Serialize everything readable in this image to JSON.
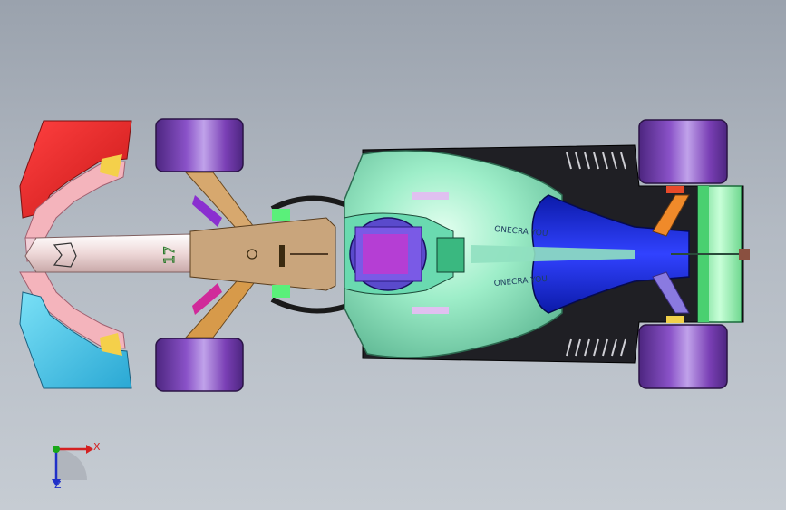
{
  "viewport": {
    "background_top": "#9aa2ad",
    "background_bottom": "#c6ccd3"
  },
  "model": {
    "car_number": "17",
    "sidepod_text_upper": "ONECRA YOU",
    "sidepod_text_lower": "ONECRA YOU",
    "colors": {
      "tyre": "#7a3fb5",
      "tyre_highlight": "#b08ee0",
      "body": "#8fe5bf",
      "engine_cover": "#1a2ad8",
      "floor": "#1f1f24",
      "front_wing_red": "#f23030",
      "front_wing_pink": "#f4b4bc",
      "front_wing_cyan": "#5ad0e8",
      "nose": "#efdcdc",
      "monocoque": "#c9a57c",
      "rear_wing": "#90e8a8"
    }
  },
  "triad": {
    "x_label": "X",
    "z_label": "Z",
    "x_color": "#d42020",
    "y_color": "#18a818",
    "z_color": "#2030c8"
  }
}
